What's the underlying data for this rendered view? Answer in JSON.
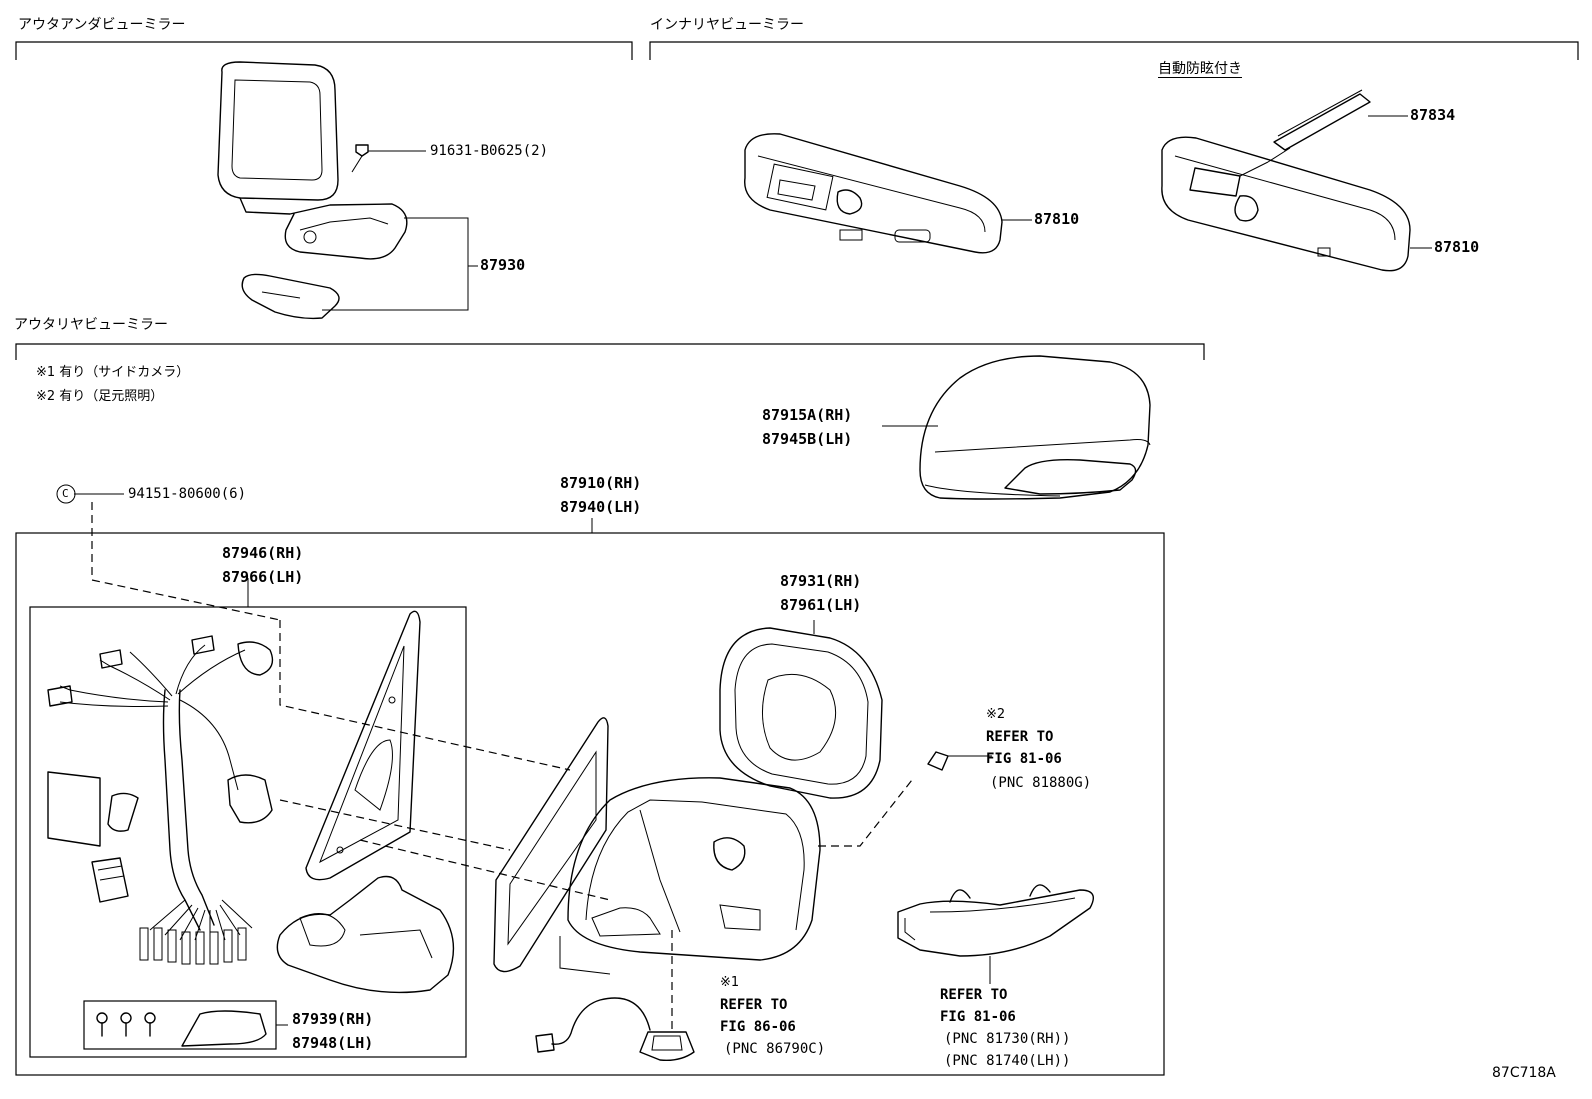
{
  "sections": {
    "outer_under": "アウタアンダビューミラー",
    "inner_rear": "インナリヤビューミラー",
    "auto_dim": "自動防眩付き",
    "outer_rear": "アウタリヤビューミラー"
  },
  "notes": {
    "n1": "※1 有り（サイドカメラ）",
    "n2": "※2 有り（足元照明）"
  },
  "parts": {
    "bolt": "91631-B0625(2)",
    "under_mirror": "87930",
    "strip": "87834",
    "inner_mirror_1": "87810",
    "inner_mirror_2": "87810",
    "cover_rh": "87915A(RH)",
    "cover_lh": "87945B(LH)",
    "clip": "94151-80600(6)",
    "assy_rh": "87910(RH)",
    "assy_lh": "87940(LH)",
    "harness_rh": "87946(RH)",
    "harness_lh": "87966(LH)",
    "glass_rh": "87931(RH)",
    "glass_lh": "87961(LH)",
    "cover_sub_rh": "87939(RH)",
    "cover_sub_lh": "87948(LH)"
  },
  "refs": {
    "r2_mark": "※2",
    "r2_l1": "REFER TO",
    "r2_l2": "FIG 81-06",
    "r2_l3": "(PNC 81880G)",
    "r1_mark": "※1",
    "r1_l1": "REFER TO",
    "r1_l2": "FIG 86-06",
    "r1_l3": "(PNC 86790C)",
    "r3_l1": "REFER TO",
    "r3_l2": "FIG 81-06",
    "r3_l3": "(PNC 81730(RH))",
    "r3_l4": "(PNC 81740(LH))"
  },
  "clip_symbol": "C",
  "figure_code": "87C718A"
}
